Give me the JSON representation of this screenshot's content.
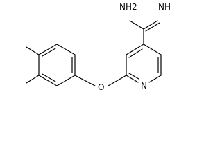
{
  "molecule": {
    "atoms": {
      "amidine_nh2": "NH2",
      "amidine_nh": "NH",
      "ether_oxygen": "O",
      "pyridine_nitrogen": "N"
    },
    "colors": {
      "bond": "#000000",
      "label": "#000000",
      "background": "#ffffff"
    }
  }
}
